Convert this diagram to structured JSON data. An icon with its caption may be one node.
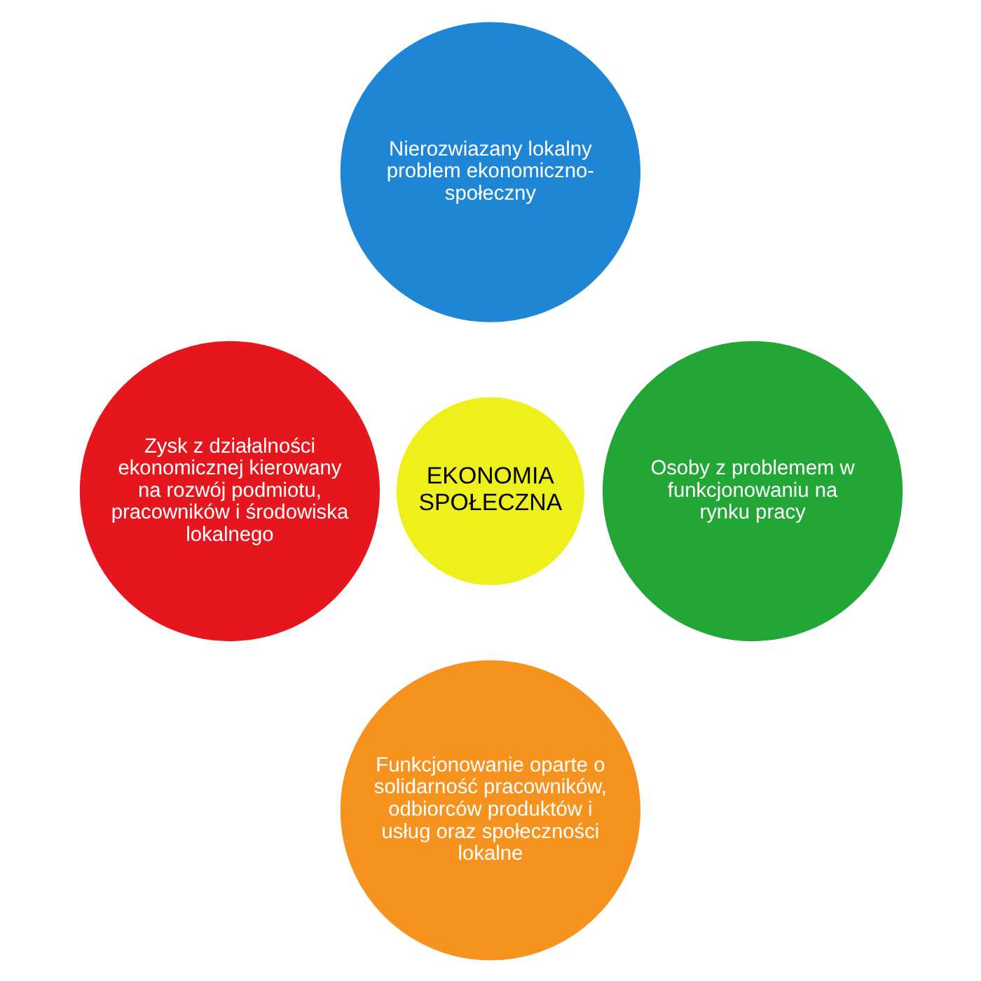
{
  "diagram": {
    "nodes": [
      {
        "text": [
          "Nierozwiazany lokalny problem ekonomiczno-społeczny"
        ]
      },
      {
        "text": [
          "Zysk z działalności ekonomicznej kierowany na rozwój podmiotu, pracowników i środowiska lokalnego"
        ]
      },
      {
        "text": [
          "EKONOMIA SPOŁECZNA"
        ]
      },
      {
        "text": [
          "Osoby z problemem w funkcjonowaniu na rynku pracy"
        ]
      },
      {
        "text": [
          "Funkcjonowanie oparte o solidarność pracowników, odbiorców produktów i usług oraz społeczności lokalne"
        ]
      }
    ]
  }
}
